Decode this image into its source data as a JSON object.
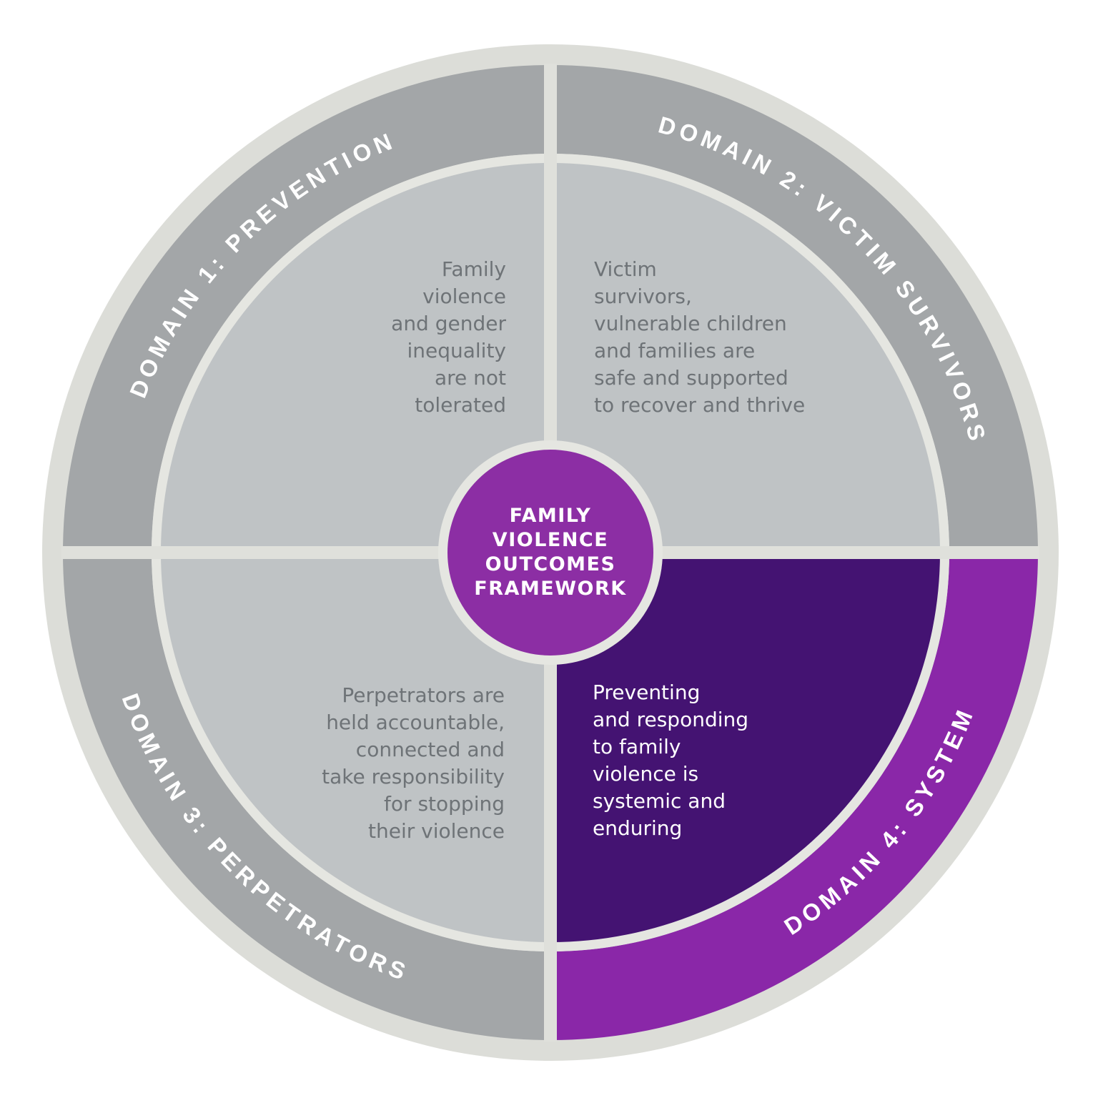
{
  "diagram": {
    "center_label": "FAMILY\nVIOLENCE\nOUTCOMES\nFRAMEWORK"
  },
  "domains": [
    {
      "position": "top-left",
      "ring_label": "DOMAIN 1: PREVENTION",
      "outcome": "Family\nviolence\nand gender\ninequality\nare not\ntolerated"
    },
    {
      "position": "top-right",
      "ring_label": "DOMAIN 2: VICTIM SURVIVORS",
      "outcome": "Victim\nsurvivors,\nvulnerable children\nand families are\nsafe and supported\nto recover and thrive"
    },
    {
      "position": "bottom-left",
      "ring_label": "DOMAIN 3: PERPETRATORS",
      "outcome": "Perpetrators are\nheld accountable,\nconnected and\ntake responsibility\nfor stopping\ntheir violence"
    },
    {
      "position": "bottom-right",
      "ring_label": "DOMAIN 4: SYSTEM",
      "outcome": "Preventing\nand responding\nto family\nviolence is\nsystemic and\nenduring"
    }
  ],
  "colors": {
    "page_background": "#FFFFFF",
    "outer_ring": "#DCDDD8",
    "separator": "#E5E6E1",
    "divider": "#DFE0DB",
    "domain_ring_gray": "#A3A6A8",
    "domain_ring_purple": "#8A27A8",
    "quadrant_gray": "#BFC3C5",
    "quadrant_purple": "#441372",
    "center_circle": "#8C2EA4",
    "outcome_text_gray": "#6E7377",
    "outcome_text_white": "#FFFFFF",
    "ring_label_text": "#FFFFFF"
  }
}
